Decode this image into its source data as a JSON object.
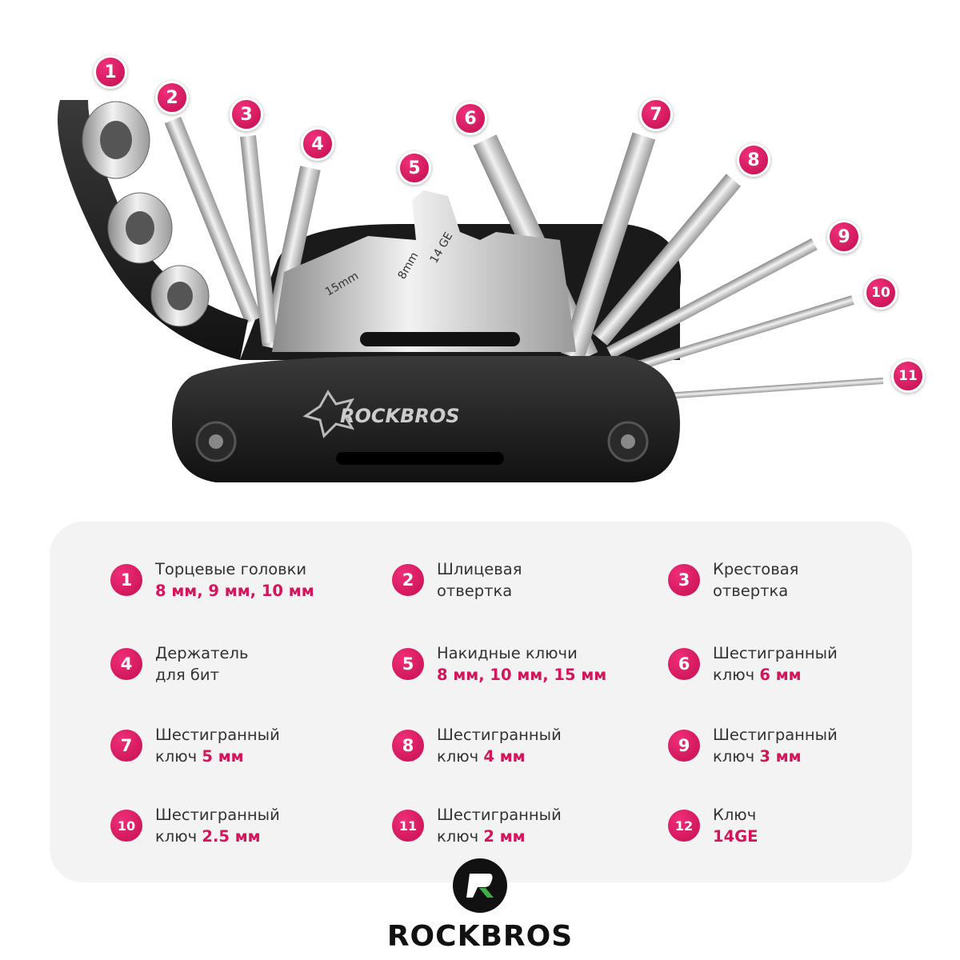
{
  "illustration": {
    "callouts": [
      "1",
      "2",
      "3",
      "4",
      "5",
      "6",
      "7",
      "8",
      "9",
      "10",
      "11"
    ],
    "engravings": [
      "15mm",
      "8mm",
      "14 GE"
    ],
    "body_logo": "ROCKBROS"
  },
  "legend": [
    {
      "num": "1",
      "title": "Торцевые головки",
      "line2": "",
      "highlight": "8 мм, 9 мм, 10 мм"
    },
    {
      "num": "2",
      "title": "Шлицевая",
      "line2": "отвертка",
      "highlight": ""
    },
    {
      "num": "3",
      "title": "Крестовая",
      "line2": "отвертка",
      "highlight": ""
    },
    {
      "num": "4",
      "title": "Держатель",
      "line2": "для бит",
      "highlight": ""
    },
    {
      "num": "5",
      "title": "Накидные ключи",
      "line2": "",
      "highlight": "8 мм, 10 мм, 15 мм"
    },
    {
      "num": "6",
      "title": "Шестигранный",
      "line2": "ключ ",
      "highlight": "6 мм"
    },
    {
      "num": "7",
      "title": "Шестигранный",
      "line2": "ключ ",
      "highlight": "5 мм"
    },
    {
      "num": "8",
      "title": "Шестигранный",
      "line2": "ключ ",
      "highlight": "4 мм"
    },
    {
      "num": "9",
      "title": "Шестигранный",
      "line2": "ключ ",
      "highlight": "3 мм"
    },
    {
      "num": "10",
      "title": "Шестигранный",
      "line2": "ключ ",
      "highlight": "2.5 мм"
    },
    {
      "num": "11",
      "title": "Шестигранный",
      "line2": "ключ ",
      "highlight": "2 мм"
    },
    {
      "num": "12",
      "title": "Ключ",
      "line2": "",
      "highlight": "14GE"
    }
  ],
  "brand": {
    "name": "ROCKBROS"
  },
  "colors": {
    "accent": "#d6145c",
    "panel": "#f3f3f3",
    "logo_green": "#3cb043"
  }
}
